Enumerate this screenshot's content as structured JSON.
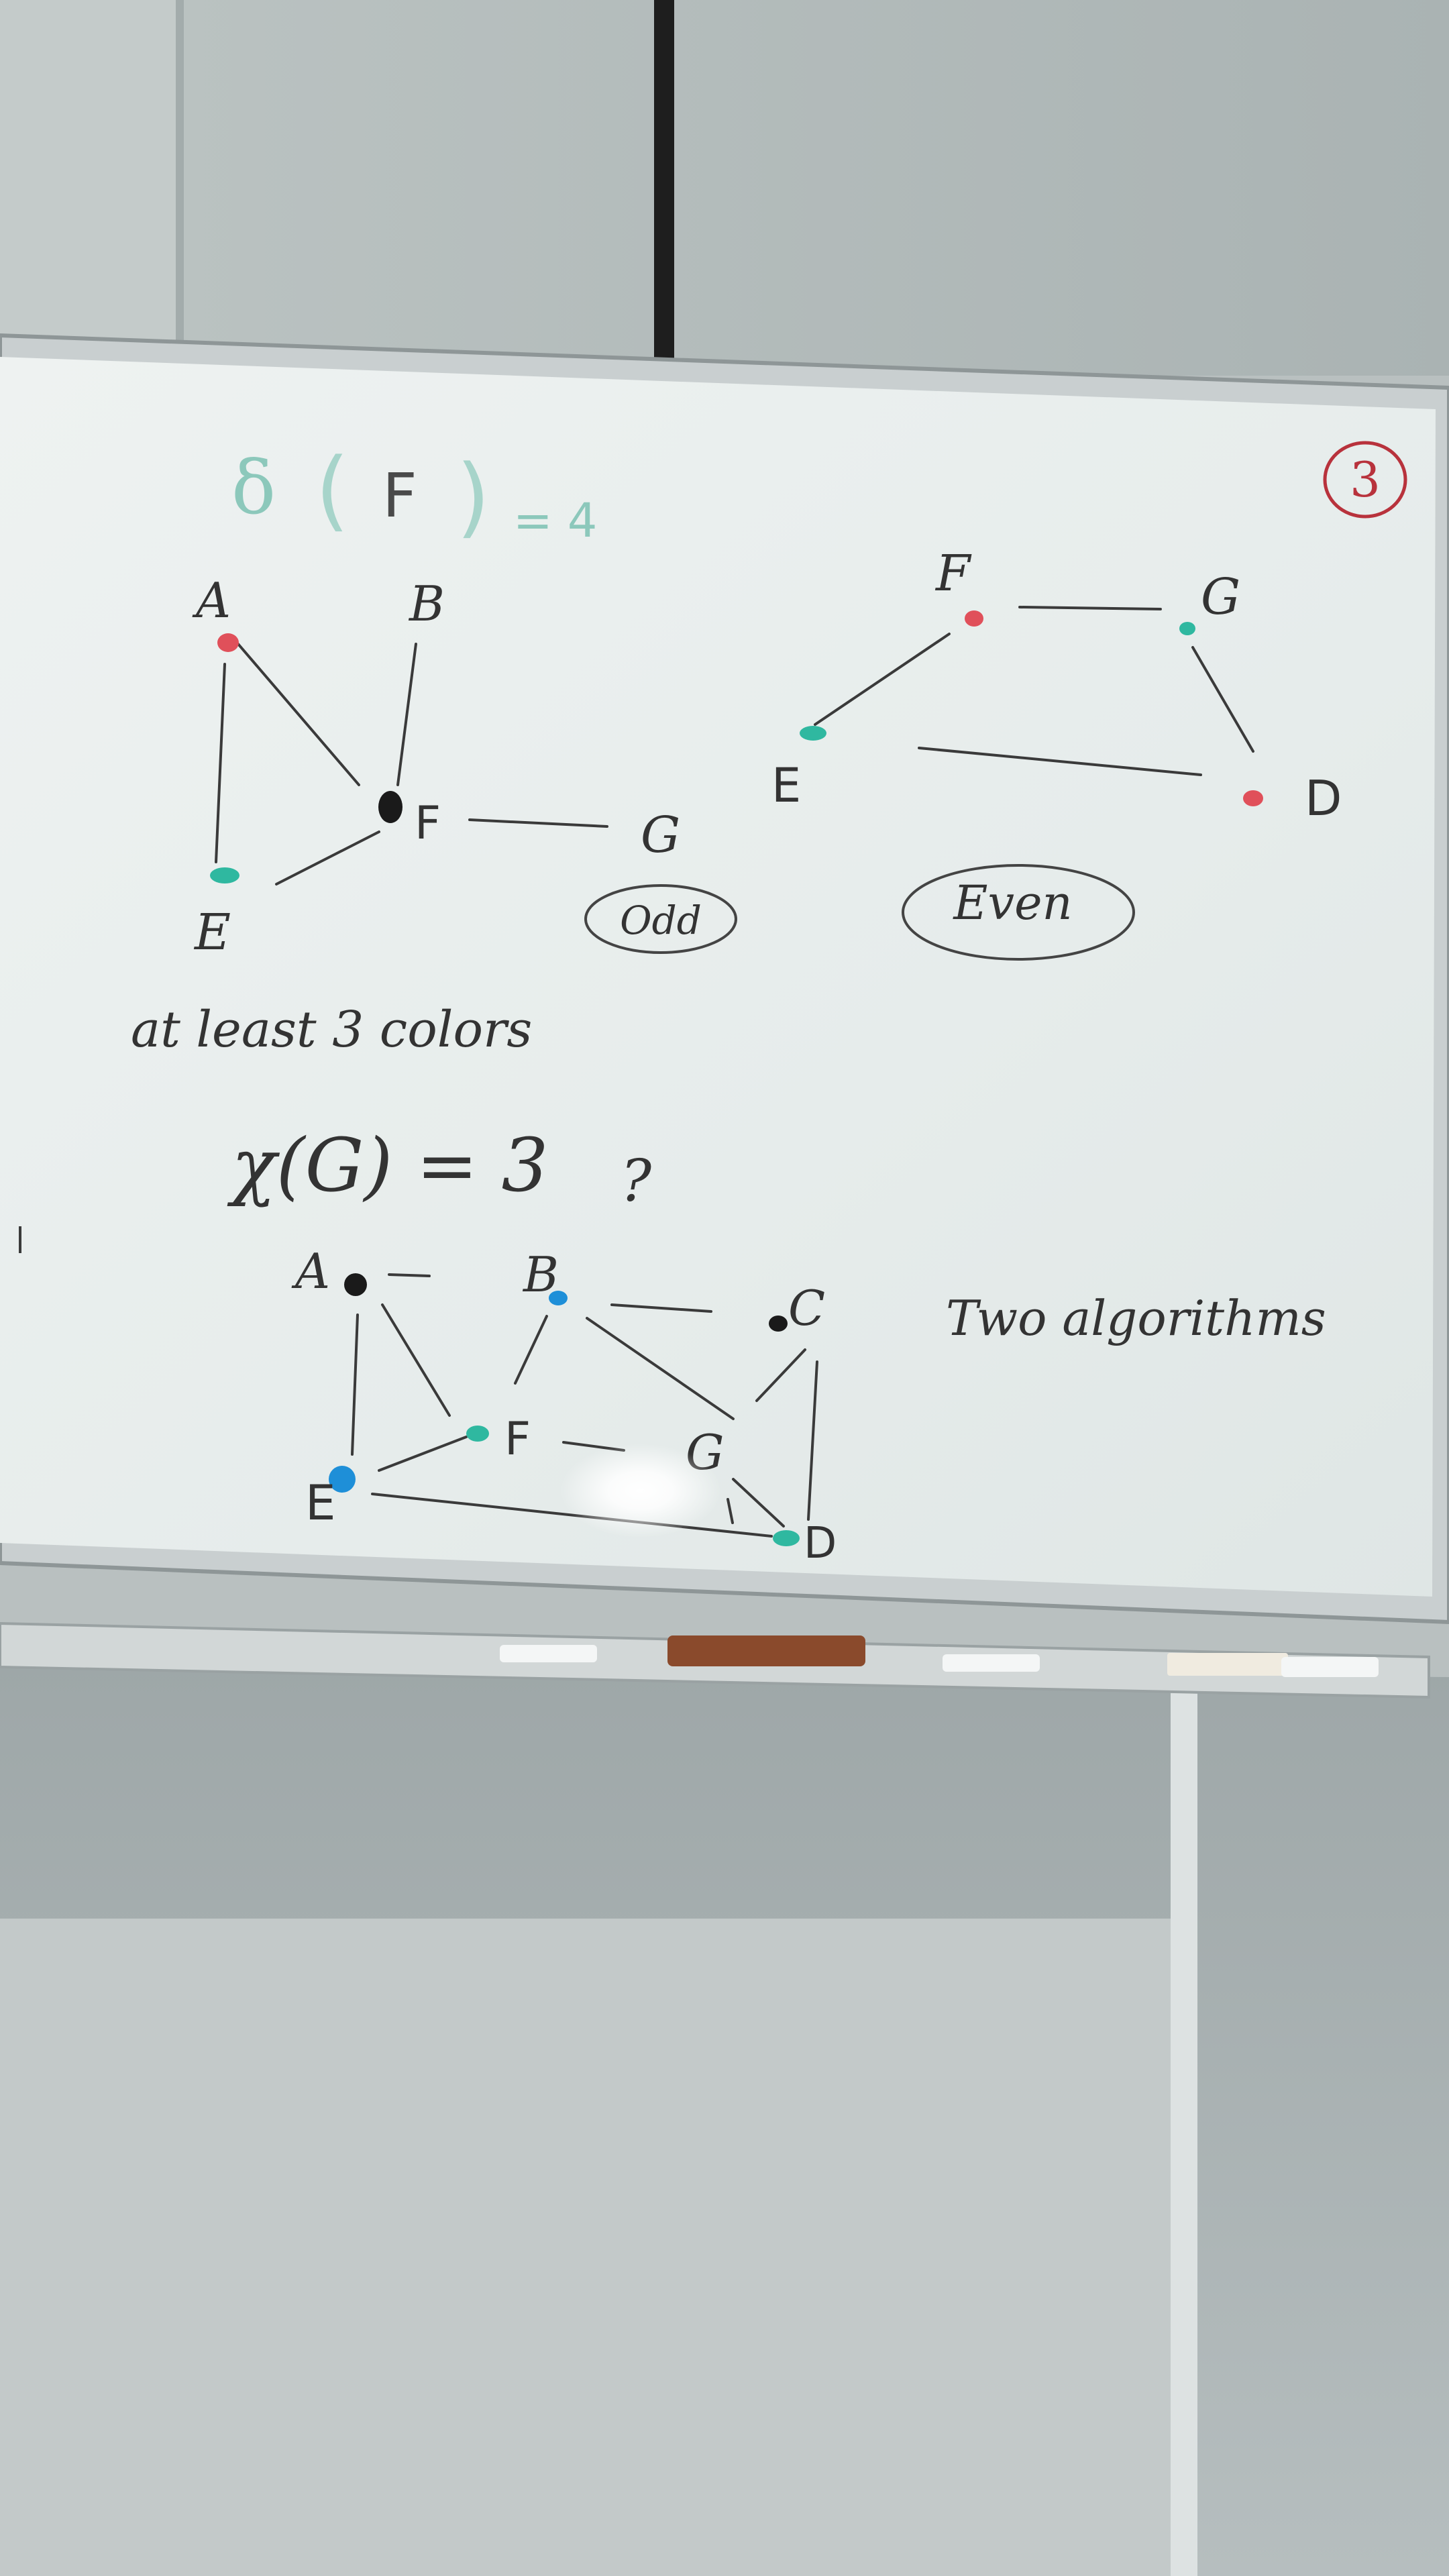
{
  "whiteboard": {
    "page_number": "3",
    "degree_note": {
      "delta": "δ",
      "paren_open": "(",
      "vertex": "F",
      "paren_close": ")",
      "value": "= 4"
    },
    "graph_odd": {
      "labels": {
        "a": "A",
        "b": "B",
        "e": "E",
        "f": "F",
        "g": "G"
      },
      "tag": "Odd"
    },
    "graph_even": {
      "labels": {
        "f": "F",
        "g": "G",
        "e": "E",
        "d": "D"
      },
      "tag": "Even"
    },
    "colors_note": "at least 3 colors",
    "chromatic": {
      "lhs": "χ(G) = 3",
      "question": "?"
    },
    "graph_bottom": {
      "labels": {
        "a": "A",
        "b": "B",
        "c": "C",
        "e": "E",
        "f": "F",
        "g": "G",
        "d": "D"
      }
    },
    "algorithms_note": "Two algorithms"
  },
  "colors": {
    "marker_red": "#e0505a",
    "marker_teal": "#2fb8a0",
    "marker_black": "#1a1a1a",
    "marker_blue": "#1e8fd8",
    "page_circle": "#b8323c"
  }
}
